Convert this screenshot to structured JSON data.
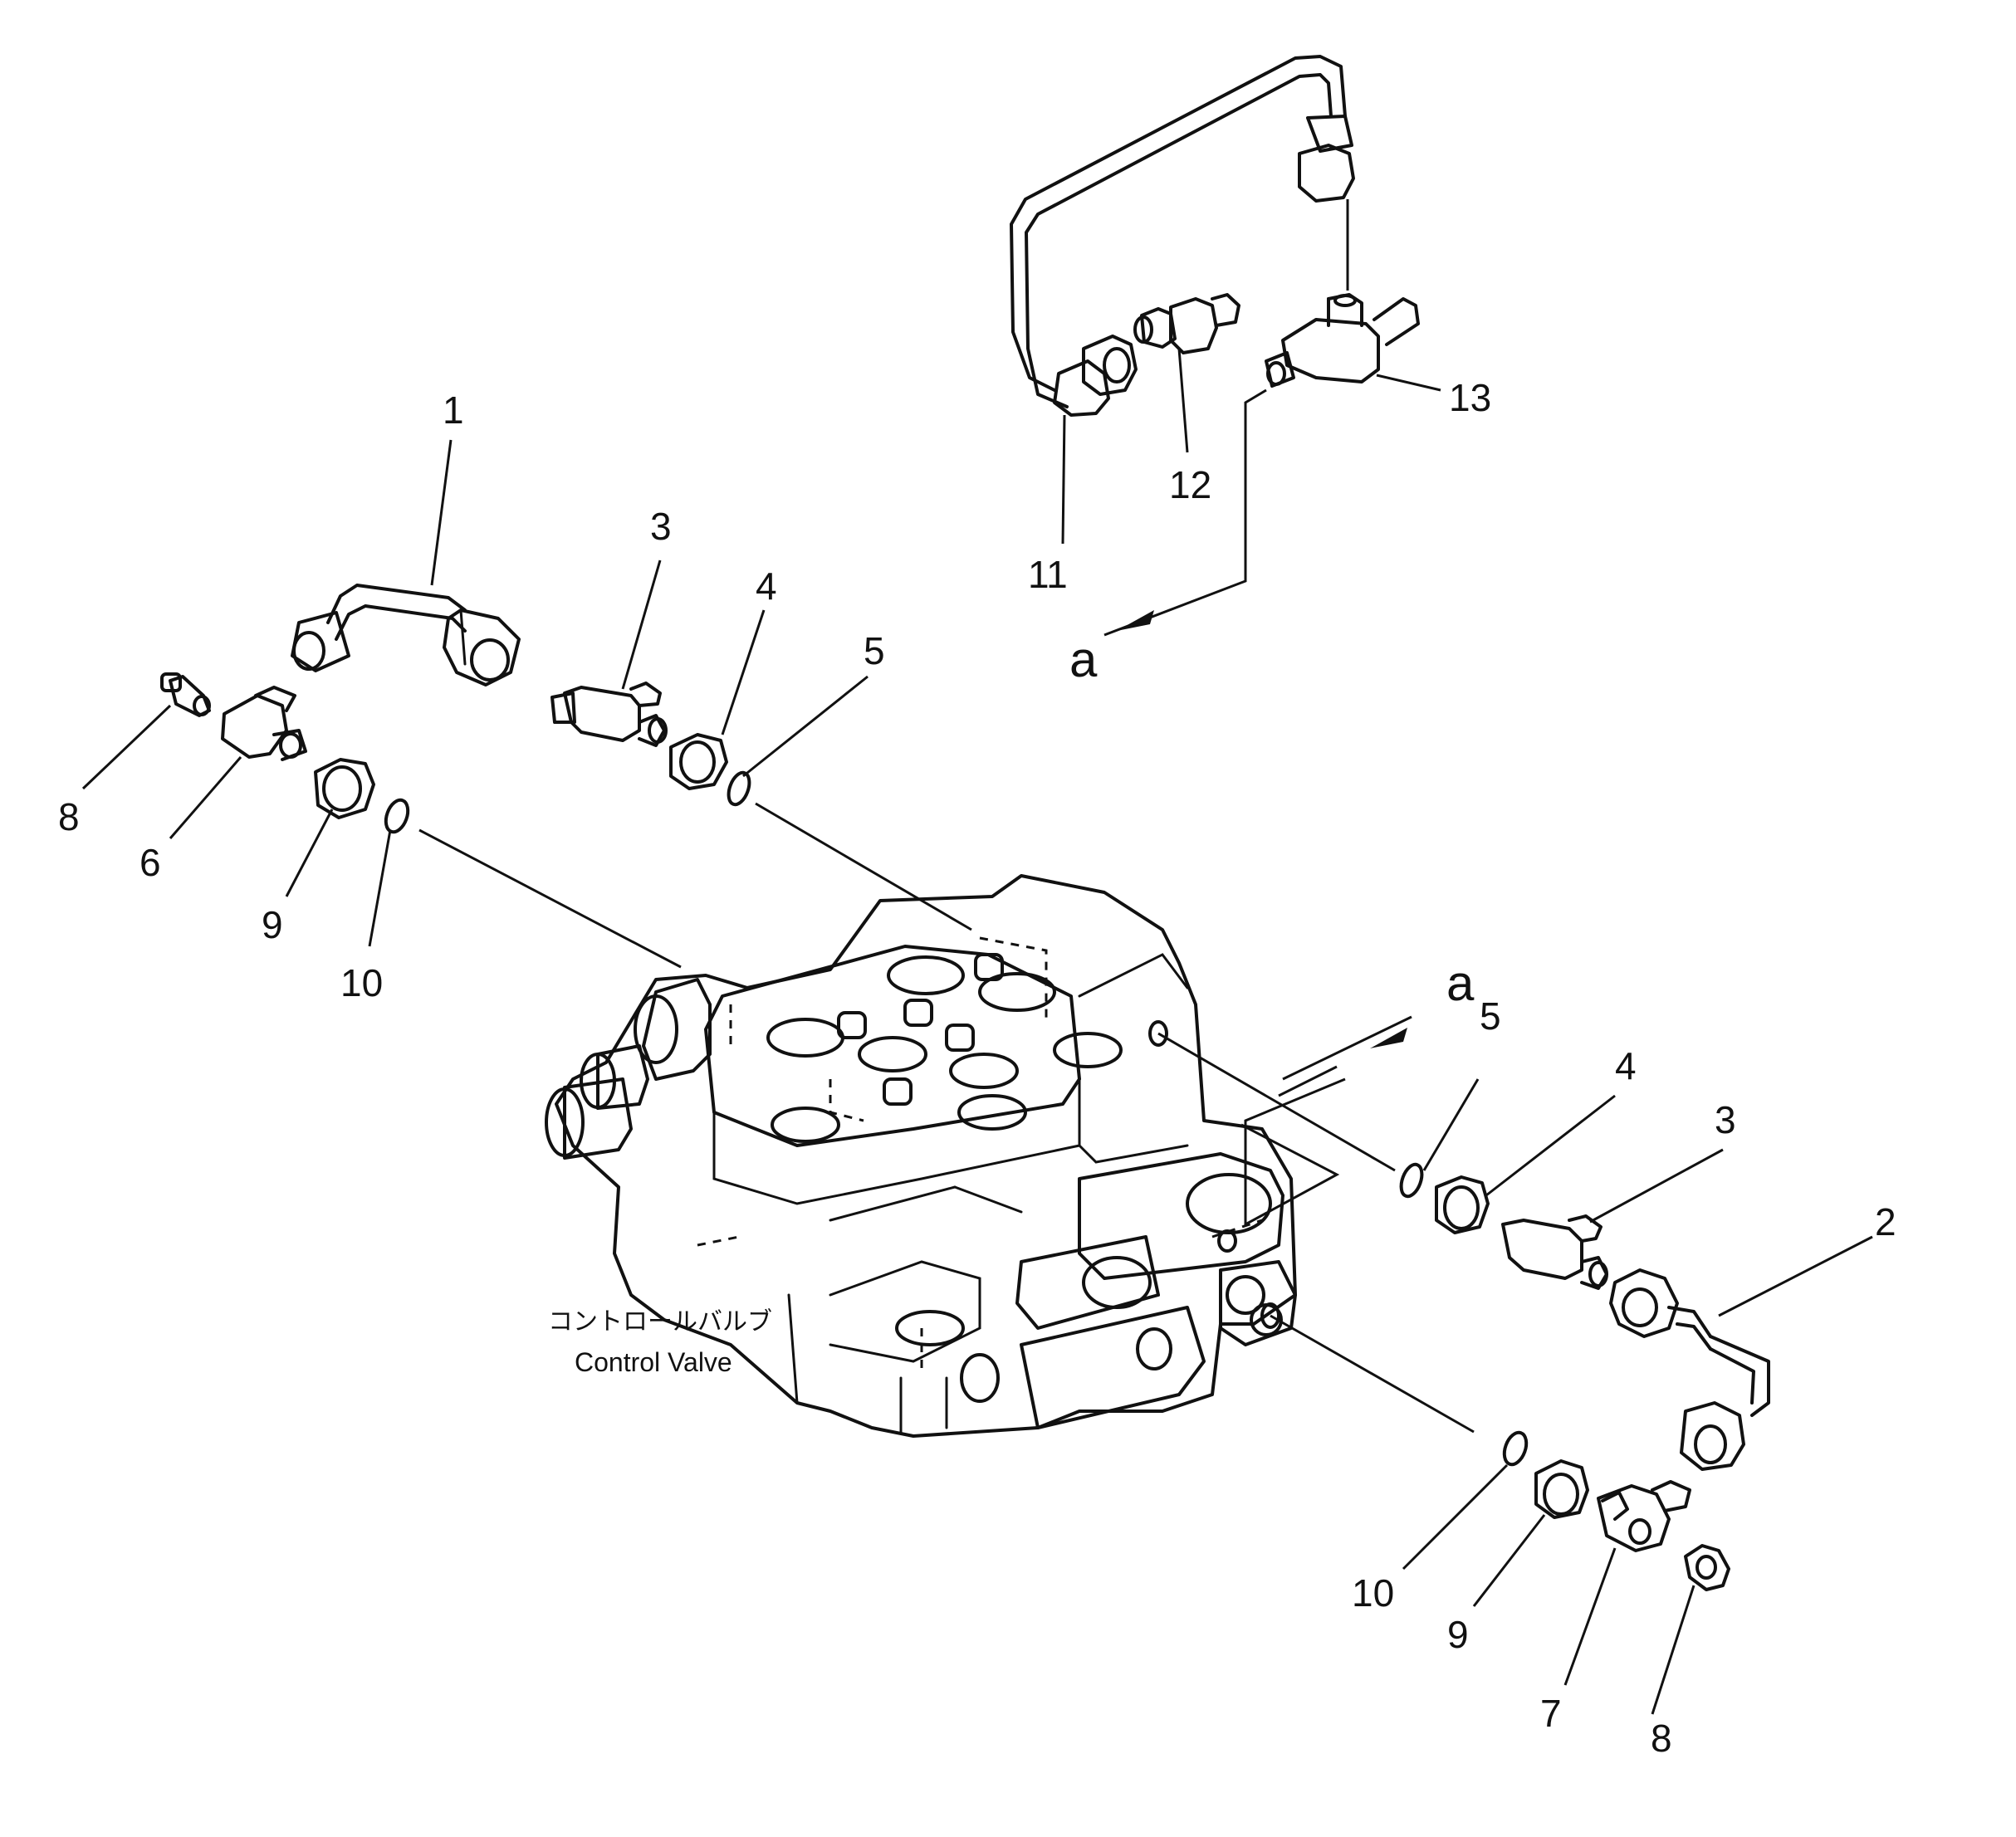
{
  "caption": {
    "japanese": "コントロールバルブ",
    "english": "Control Valve"
  },
  "callouts": {
    "c1": "1",
    "c2": "2",
    "c3_left": "3",
    "c3_right": "3",
    "c4_left": "4",
    "c4_right": "4",
    "c5_left": "5",
    "c5_right": "5",
    "c6": "6",
    "c7": "7",
    "c8_left": "8",
    "c8_right": "8",
    "c9_left": "9",
    "c9_right": "9",
    "c10_left": "10",
    "c10_right": "10",
    "c11": "11",
    "c12": "12",
    "c13": "13"
  },
  "references": {
    "a_top": "a",
    "a_mid": "a"
  }
}
